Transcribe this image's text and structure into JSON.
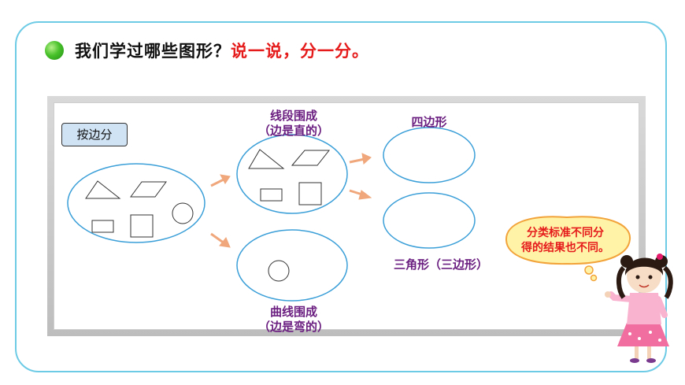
{
  "title": {
    "part1": "我们学过哪些图形？",
    "part2": "说一说，分一分。"
  },
  "tag_label": "按边分",
  "labels": {
    "straight_title": "线段围成",
    "straight_sub": "（边是直的）",
    "curve_title": "曲线围成",
    "curve_sub": "（边是弯的）",
    "quad": "四边形",
    "tri": "三角形（三边形）"
  },
  "speech": {
    "line1": "分类标准不同分",
    "line2": "得的结果也不同。"
  },
  "colors": {
    "ellipse": "#3b9fd8",
    "arrow": "#f0a77b",
    "label": "#6b1f80",
    "highlight": "#e51a1a",
    "frame": "#6ecbe6"
  }
}
